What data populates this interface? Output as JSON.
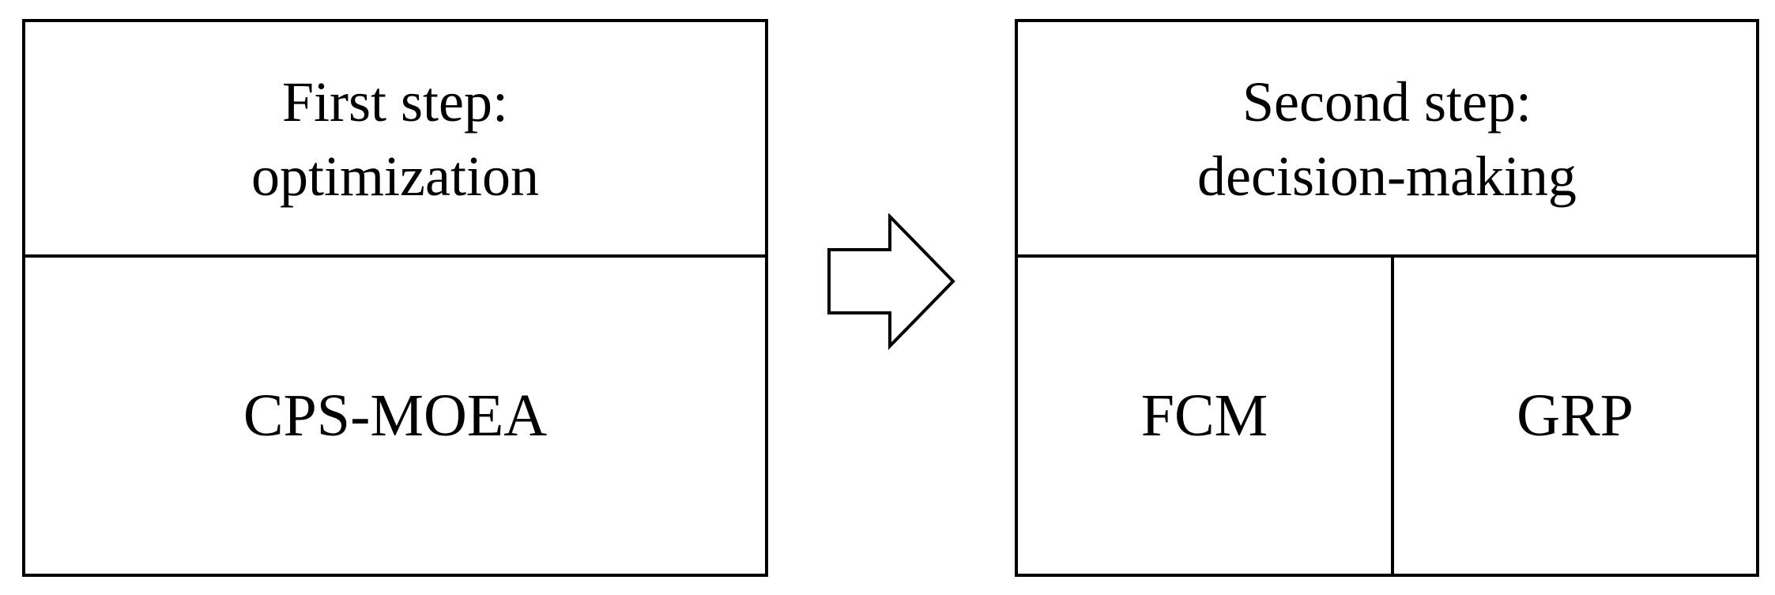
{
  "diagram": {
    "left_box": {
      "title_lines": [
        "First step:",
        "optimization"
      ],
      "body": "CPS-MOEA"
    },
    "right_box": {
      "title_lines": [
        "Second step:",
        "decision-making"
      ],
      "cells": [
        "FCM",
        "GRP"
      ]
    },
    "arrow_icon": "right-arrow-icon",
    "colors": {
      "stroke": "#000000",
      "fill": "#ffffff"
    }
  }
}
